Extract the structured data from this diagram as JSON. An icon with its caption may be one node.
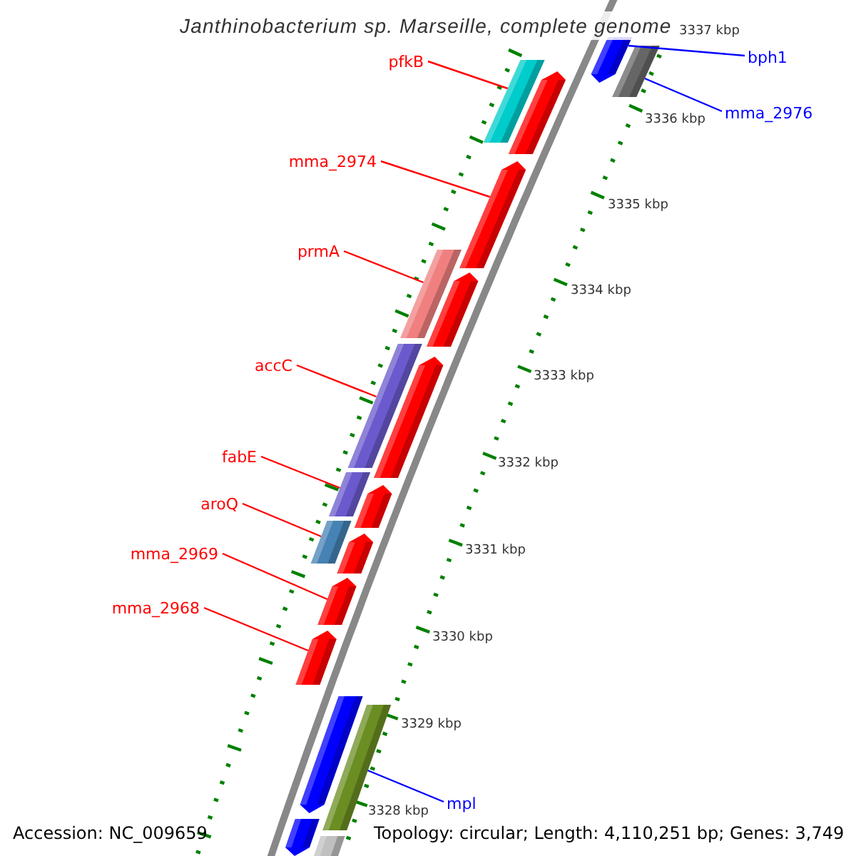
{
  "diagram": {
    "title": "Janthinobacterium sp. Marseille, complete genome",
    "nodes": [
      {
        "text": [
          "bph1"
        ]
      },
      {
        "text": [],
        "shape": "bar"
      },
      {
        "text": [
          "pfkB"
        ]
      },
      {
        "text": [],
        "shape": "bar"
      },
      {
        "text": [
          "mma_2976"
        ]
      },
      {
        "text": [],
        "shape": "bar"
      },
      {
        "text": [
          "mma_2974"
        ]
      },
      {
        "text": [],
        "shape": "bar"
      },
      {
        "text": [
          "prmA"
        ]
      },
      {
        "text": [],
        "shape": "bar"
      },
      {
        "text": [
          "accC"
        ]
      },
      {
        "text": [],
        "shape": "bar"
      },
      {
        "text": [
          "fabE"
        ]
      },
      {
        "text": [],
        "shape": "bar"
      },
      {
        "text": [
          "aroQ"
        ]
      },
      {
        "text": [],
        "shape": "bar"
      },
      {
        "text": [
          "mma_2969"
        ]
      },
      {
        "text": [],
        "shape": "bar"
      },
      {
        "text": [
          "mma_2968"
        ]
      },
      {
        "text": [],
        "shape": "bar"
      },
      {
        "text": [
          "mpl"
        ]
      },
      {
        "text": [],
        "shape": "bar"
      },
      {
        "text": [],
        "shape": "bar"
      },
      {
        "text": [],
        "shape": "bar"
      },
      {
        "text": [],
        "shape": "bar"
      },
      {
        "text": [],
        "shape": "bar"
      },
      {
        "text": [],
        "shape": "bar"
      },
      {
        "text": [],
        "shape": "bar"
      },
      {
        "text": [],
        "shape": "bar"
      },
      {
        "text": [],
        "shape": "bar"
      }
    ],
    "edges": [
      {
        "from": 0,
        "to": 1,
        "arrow": "none",
        "color": "#0000ff"
      },
      {
        "from": 2,
        "to": 3,
        "arrow": "none"
      },
      {
        "from": 4,
        "to": 5,
        "arrow": "none",
        "color": "#0000ff"
      },
      {
        "from": 6,
        "to": 7,
        "arrow": "none"
      },
      {
        "from": 8,
        "to": 9,
        "arrow": "none"
      },
      {
        "from": 10,
        "to": 11,
        "arrow": "none"
      },
      {
        "from": 12,
        "to": 13,
        "arrow": "none"
      },
      {
        "from": 14,
        "to": 15,
        "arrow": "none"
      },
      {
        "from": 16,
        "to": 17,
        "arrow": "none"
      },
      {
        "from": 18,
        "to": 19,
        "arrow": "none"
      },
      {
        "from": 20,
        "to": 21,
        "arrow": "none",
        "color": "#0000ff"
      }
    ],
    "labels": [
      "3337 kbp",
      "3336 kbp",
      "3335 kbp",
      "3334 kbp",
      "3333 kbp",
      "3332 kbp",
      "3331 kbp",
      "3330 kbp",
      "3329 kbp",
      "3328 kbp",
      "Accession: NC_009659",
      "Topology: circular; Length: 4,110,251 bp; Genes: 3,749"
    ]
  }
}
